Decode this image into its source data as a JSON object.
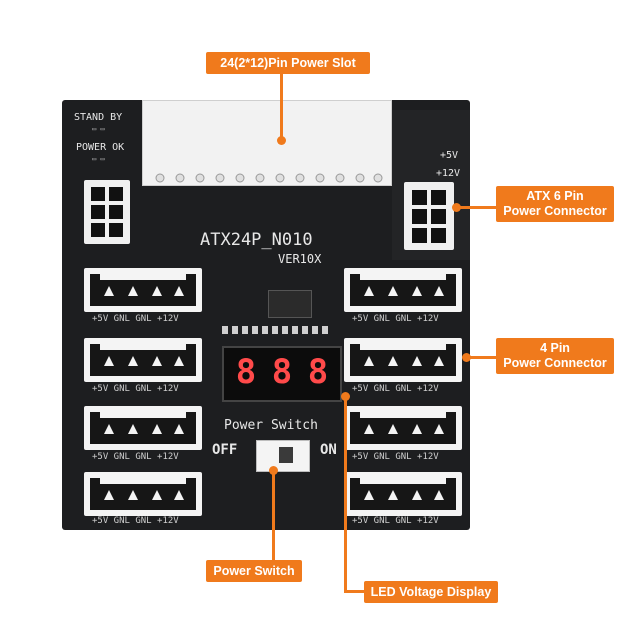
{
  "callouts": {
    "power_slot": "24(2*12)Pin Power Slot",
    "atx6_line1": "ATX 6 Pin",
    "atx6_line2": "Power Connector",
    "pin4_line1": "4 Pin",
    "pin4_line2": "Power Connector",
    "power_switch": "Power Switch",
    "led_display": "LED Voltage Display"
  },
  "board": {
    "stand_by": "STAND BY",
    "power_ok": "POWER OK",
    "plus5v": "+5V",
    "plus12v": "+12V",
    "model": "ATX24P_N010",
    "version": "VER10X",
    "switch_title": "Power Switch",
    "off": "OFF",
    "on": "ON",
    "connector_label": "+5V GNL GNL +12V",
    "led_digits": [
      "8",
      "8",
      "8"
    ]
  },
  "colors": {
    "accent": "#f07a1c",
    "board": "#1d1e20",
    "led": "#ff4a4a"
  }
}
